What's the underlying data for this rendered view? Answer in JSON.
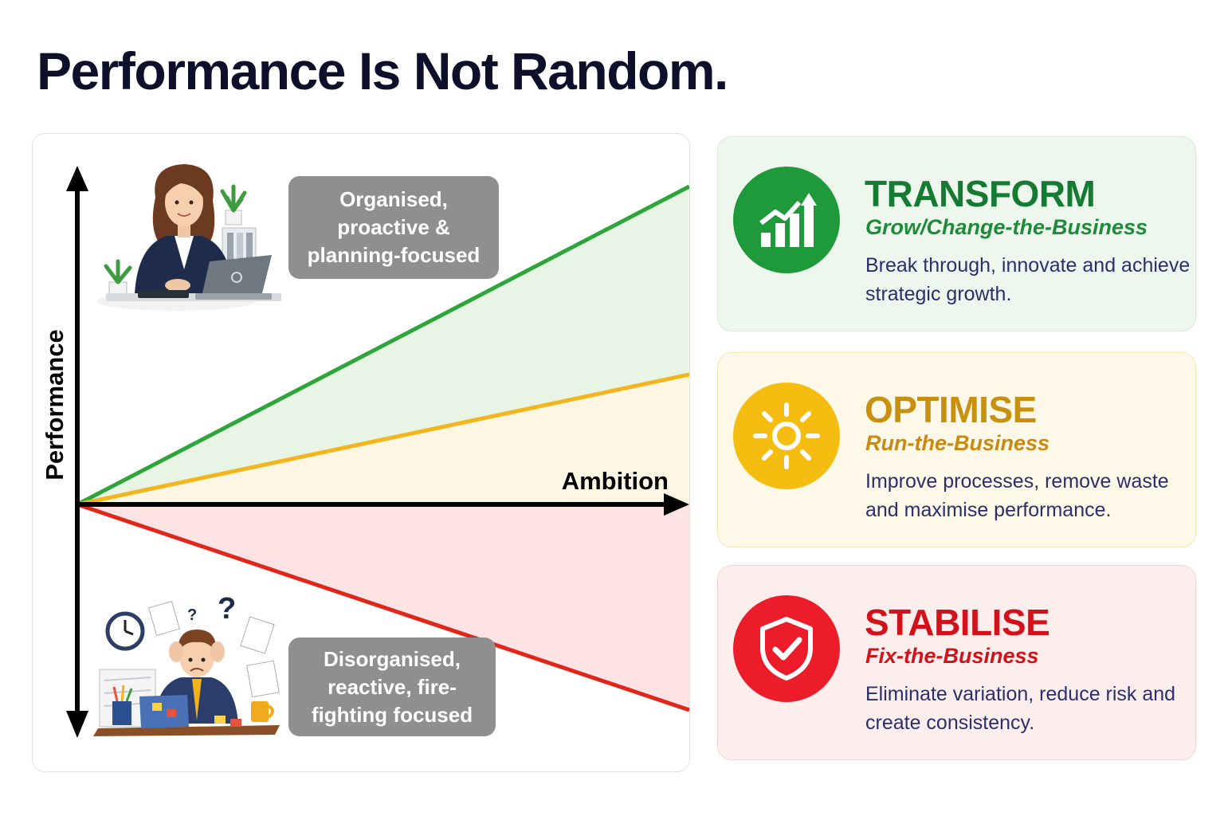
{
  "title": "Performance Is Not Random.",
  "chart": {
    "y_axis_label": "Performance",
    "x_axis_label": "Ambition",
    "bubble_top": "Organised, proactive & planning-focused",
    "bubble_bottom": "Disorganised, reactive, fire-fighting focused",
    "icons": {
      "top_figure": "organised-professional-at-desk-icon",
      "bottom_figure": "stressed-worker-at-messy-desk-icon"
    },
    "colors": {
      "green": "#2ea53b",
      "yellow": "#f2b51e",
      "red": "#e0251b",
      "green_fill": "#e8f4e4",
      "yellow_fill": "#fdf6e2",
      "red_fill": "#fde3e3"
    }
  },
  "cards": [
    {
      "heading": "TRANSFORM",
      "subheading": "Grow/Change-the-Business",
      "description": "Break through, innovate and achieve strategic growth.",
      "icon": "growth-chart-icon",
      "color": "#157a32",
      "sub_color": "#1f8a3a",
      "circle_color": "#1f9a3a"
    },
    {
      "heading": "OPTIMISE",
      "subheading": "Run-the-Business",
      "description": "Improve processes, remove waste and maximise performance.",
      "icon": "sun-icon",
      "color": "#c8900f",
      "sub_color": "#c88a10",
      "circle_color": "#f5bd10"
    },
    {
      "heading": "STABILISE",
      "subheading": "Fix-the-Business",
      "description": "Eliminate variation, reduce risk and create consistency.",
      "icon": "shield-check-icon",
      "color": "#d1121a",
      "sub_color": "#d1121a",
      "circle_color": "#ec1c2a"
    }
  ]
}
